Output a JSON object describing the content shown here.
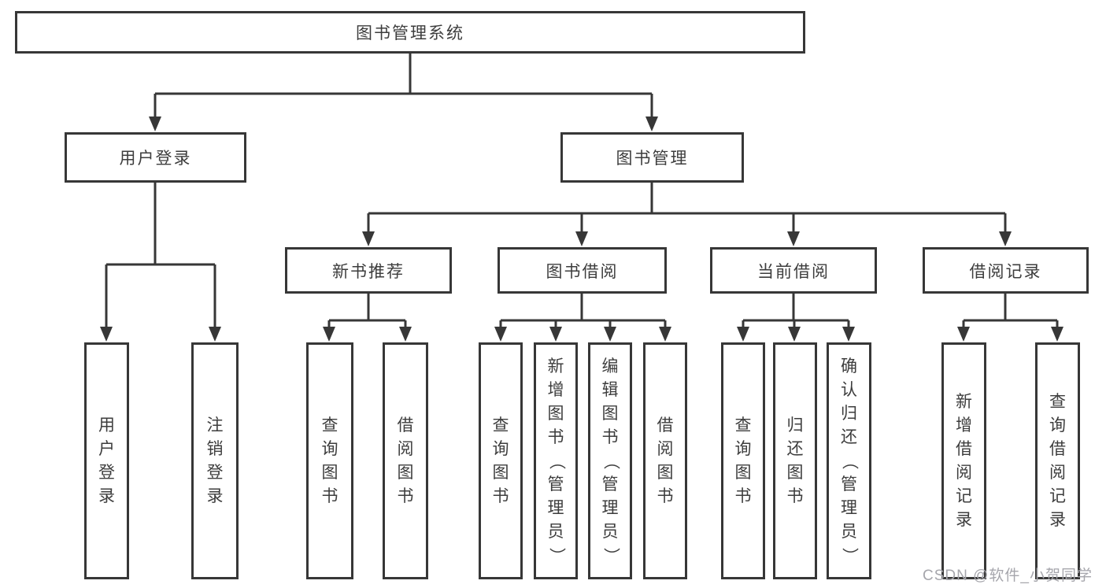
{
  "tree": {
    "root": {
      "label": "图书管理系统"
    },
    "branches": [
      {
        "label": "用户登录",
        "leaves": [
          "用户登录",
          "注销登录"
        ]
      },
      {
        "label": "图书管理",
        "groups": [
          {
            "label": "新书推荐",
            "leaves": [
              "查询图书",
              "借阅图书"
            ]
          },
          {
            "label": "图书借阅",
            "leaves": [
              "查询图书",
              "新增图书（管理员）",
              "编辑图书（管理员）",
              "借阅图书"
            ]
          },
          {
            "label": "当前借阅",
            "leaves": [
              "查询图书",
              "归还图书",
              "确认归还（管理员）"
            ]
          },
          {
            "label": "借阅记录",
            "leaves": [
              "新增借阅记录",
              "查询借阅记录"
            ]
          }
        ]
      }
    ]
  },
  "watermark": "CSDN @软件_小贺同学",
  "colors": {
    "line": "#373737",
    "text": "#3d3d3d",
    "watermark": "#a6a6ac"
  }
}
